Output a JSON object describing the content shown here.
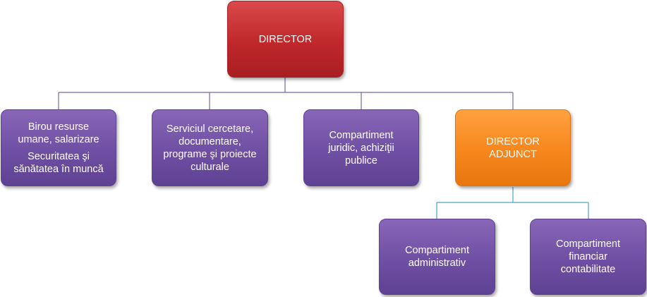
{
  "chart": {
    "director": {
      "label": "DIRECTOR"
    },
    "departments": [
      {
        "id": "hr",
        "lines": [
          "Birou resurse",
          "umane, salarizare"
        ],
        "lines2": [
          "Securitatea şi",
          "sănătatea în muncă"
        ]
      },
      {
        "id": "research",
        "lines": [
          "Serviciul cercetare,",
          "documentare,",
          "programe şi proiecte",
          "culturale"
        ]
      },
      {
        "id": "legal",
        "lines": [
          "Compartiment",
          "juridic, achiziţii",
          "publice"
        ]
      }
    ],
    "deputy": {
      "label": "DIRECTOR ADJUNCT"
    },
    "sub_departments": [
      {
        "id": "admin",
        "lines": [
          "Compartiment",
          "administrativ"
        ]
      },
      {
        "id": "finance",
        "lines": [
          "Compartiment",
          "financiar",
          "contabilitate"
        ]
      }
    ]
  },
  "colors": {
    "director": "#c0282b",
    "deputy": "#f7861d",
    "department": "#6f4fa3",
    "connector_top": "#7a68a8",
    "connector_deputy": "#4aa3c8"
  }
}
